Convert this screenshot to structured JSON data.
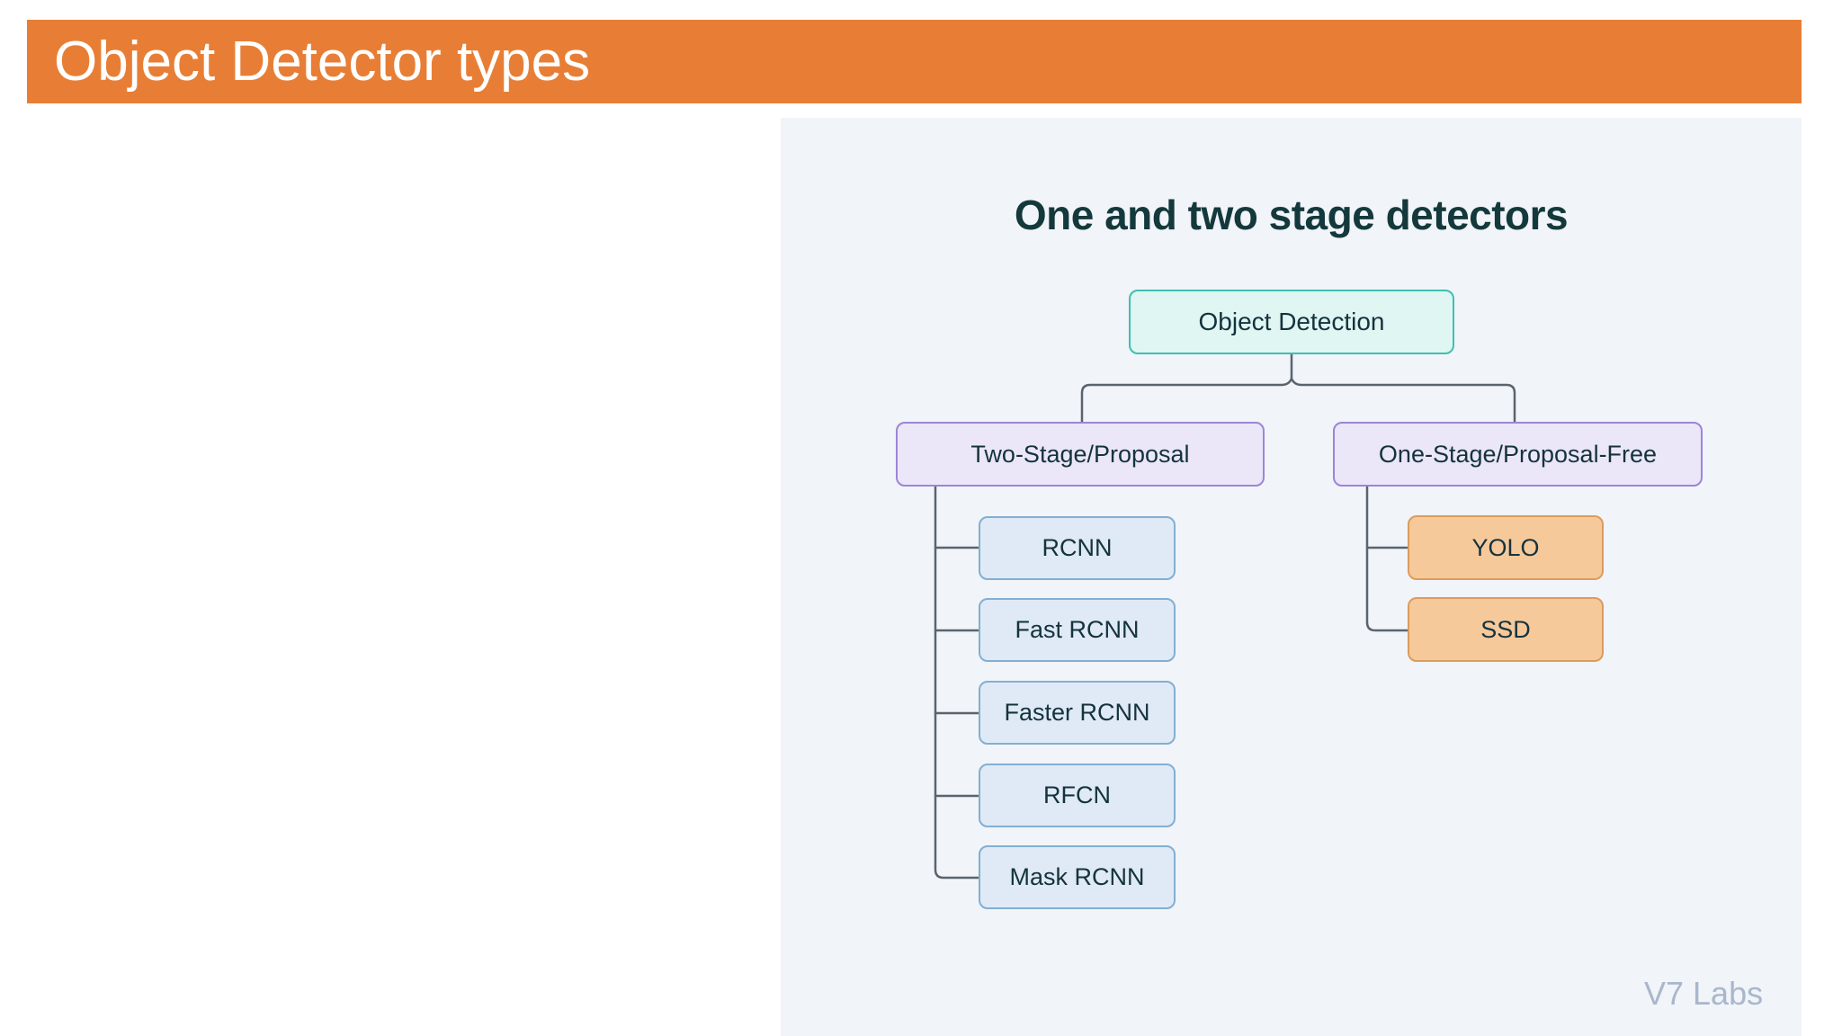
{
  "header": {
    "title": "Object Detector types",
    "bar_color": "#E87E35",
    "text_color": "#FFFFFF"
  },
  "diagram": {
    "title": "One and two stage detectors",
    "title_color": "#14393C",
    "panel_bg": "#F1F4F8",
    "connector_color": "#5A646E",
    "watermark": "V7 Labs",
    "watermark_color": "#A9B7CB",
    "root": {
      "label": "Object Detection",
      "fill": "#DFF6F2",
      "border": "#3FBFB2"
    },
    "branches": [
      {
        "label": "Two-Stage/Proposal",
        "fill": "#EBE7F8",
        "border": "#9C85D6",
        "child_fill": "#DFEAF6",
        "child_border": "#83AFD3",
        "children": [
          "RCNN",
          "Fast RCNN",
          "Faster RCNN",
          "RFCN",
          "Mask RCNN"
        ]
      },
      {
        "label": "One-Stage/Proposal-Free",
        "fill": "#EBE7F8",
        "border": "#9C85D6",
        "child_fill": "#F6C99B",
        "child_border": "#DB9C5E",
        "children": [
          "YOLO",
          "SSD"
        ]
      }
    ]
  }
}
